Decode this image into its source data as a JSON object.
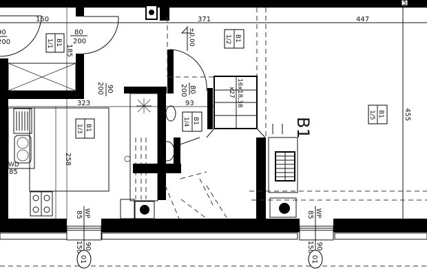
{
  "plan": {
    "zone_label": "B1",
    "dimensions": {
      "top_left": "150",
      "top_mid": "371",
      "top_right": "447",
      "right_height": "455",
      "left_wall": "185",
      "mid_width": "323",
      "bath_width": "93",
      "kitchen_depth": "258",
      "corner_partial": "5"
    },
    "level_marker": "±0,00",
    "stair_label": "16x18,38",
    "stair_tread": "x27",
    "doors": [
      {
        "width": "90",
        "height": "200"
      },
      {
        "width": "80",
        "height": "200"
      },
      {
        "width": "90",
        "height": "200"
      },
      {
        "width": "80",
        "height": "200"
      }
    ],
    "rooms": [
      {
        "zone": "B1",
        "number": "1/1"
      },
      {
        "zone": "B1",
        "number": "1/2"
      },
      {
        "zone": "B1",
        "number": "1/3"
      },
      {
        "zone": "B1",
        "number": "1/4"
      },
      {
        "zone": "B1",
        "number": "1/5"
      }
    ],
    "windows": [
      {
        "wp_label": "WP",
        "sill": "85",
        "width": "90",
        "height": "150",
        "tag": "01"
      },
      {
        "wp_label": "WP",
        "sill": "85",
        "width": "90",
        "height": "150",
        "tag": "01"
      }
    ],
    "wd_label": "WD",
    "wd_value": "85"
  }
}
